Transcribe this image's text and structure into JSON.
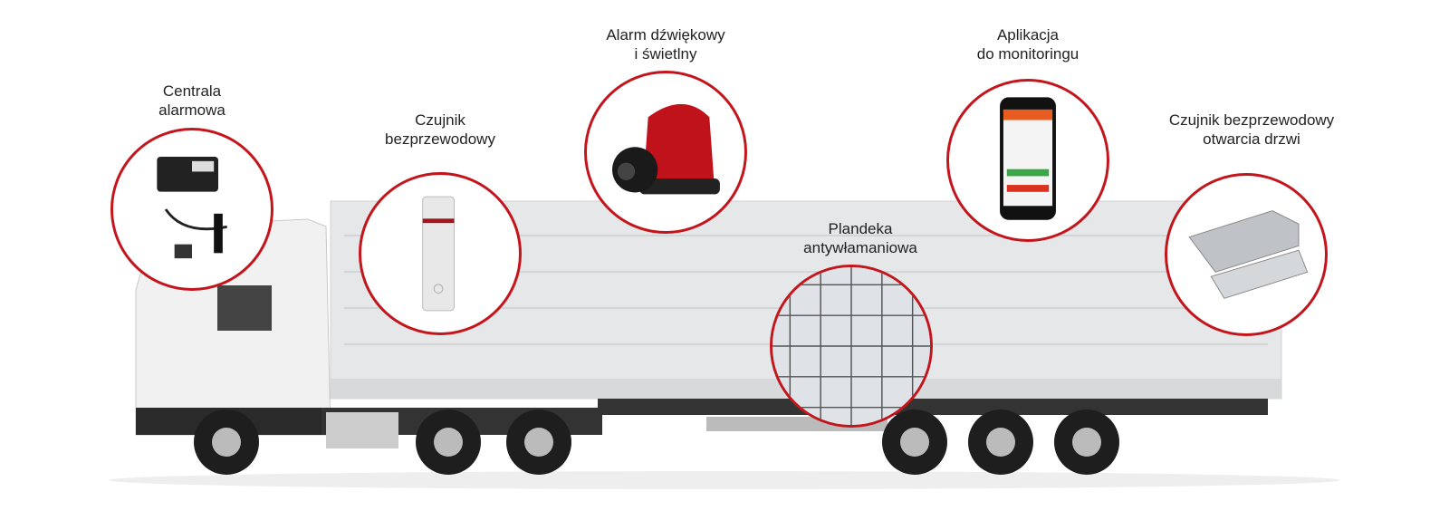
{
  "title": "Truck alarm system components",
  "accent_color": "#c3161c",
  "components": [
    {
      "id": "central",
      "line1": "Centrala",
      "line2": "alarmowa"
    },
    {
      "id": "sensor",
      "line1": "Czujnik",
      "line2": "bezprzewodowy"
    },
    {
      "id": "alarm",
      "line1": "Alarm dźwiękowy",
      "line2": "i świetlny"
    },
    {
      "id": "app",
      "line1": "Aplikacja",
      "line2": "do monitoringu"
    },
    {
      "id": "door",
      "line1": "Czujnik bezprzewodowy",
      "line2": "otwarcia drzwi"
    },
    {
      "id": "tarp",
      "line1": "Plandeka",
      "line2": "antywłamaniowa"
    }
  ]
}
